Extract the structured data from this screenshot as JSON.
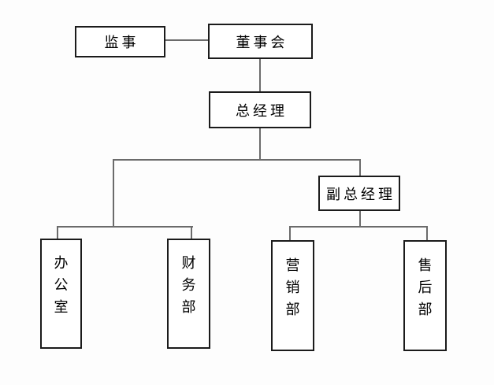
{
  "org_chart": {
    "type": "organization-hierarchy-diagram",
    "nodes": {
      "jianshi": {
        "label": "监事"
      },
      "dongshihui": {
        "label": "董事会"
      },
      "zongjingli": {
        "label": "总经理"
      },
      "fuzongjingli": {
        "label": "副总经理"
      },
      "bangongshi": {
        "label": "办公室"
      },
      "caiwubu": {
        "label": "财务部"
      },
      "yingxiaobu": {
        "label": "营销部"
      },
      "shouhoubu": {
        "label": "售后部"
      }
    },
    "edges": [
      {
        "from": "监事",
        "to": "董事会",
        "style": "lateral"
      },
      {
        "from": "董事会",
        "to": "总经理",
        "style": "vertical"
      },
      {
        "from": "总经理",
        "to": "办公室",
        "style": "branch"
      },
      {
        "from": "总经理",
        "to": "财务部",
        "style": "branch"
      },
      {
        "from": "总经理",
        "to": "副总经理",
        "style": "branch"
      },
      {
        "from": "副总经理",
        "to": "营销部",
        "style": "branch"
      },
      {
        "from": "副总经理",
        "to": "售后部",
        "style": "branch"
      }
    ],
    "colors": {
      "box_border": "#1b1b1b",
      "box_fill": "#ffffff",
      "connector": "#6b6b6b",
      "text": "#000000",
      "background": "#fdfdfd"
    }
  }
}
